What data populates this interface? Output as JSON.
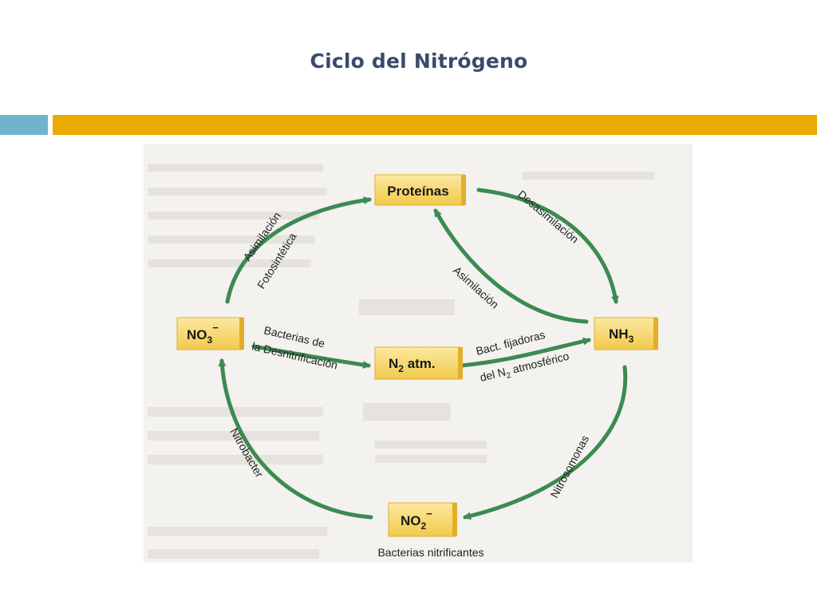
{
  "slide": {
    "title": "Ciclo del Nitrógeno"
  },
  "diagram": {
    "nodes": {
      "proteinas": "Proteínas",
      "no3_base": "NO",
      "no3_sub": "3",
      "no3_sup": "−",
      "n2_base": "N",
      "n2_sub": "2",
      "n2_rest": " atm.",
      "nh3_base": "NH",
      "nh3_sub": "3",
      "no2_base": "NO",
      "no2_sub": "2",
      "no2_sup": "−"
    },
    "labels": {
      "asimilacion_fotosintetica_1": "Asimilación",
      "asimilacion_fotosintetica_2": "Fotosintética",
      "desasimilacion": "Desasimilación",
      "asimilacion": "Asimilación",
      "denitrificacion_1": "Bacterias de",
      "denitrificacion_2": "la Desnitrificación",
      "fijadoras_1": "Bact. fijadoras",
      "fijadoras_2_a": "del N",
      "fijadoras_2_sub": "2",
      "fijadoras_2_b": " atmosférico",
      "nitrobacter": "Nitrobacter",
      "nitrosomonas": "Nitrosomonas",
      "nitrificantes": "Bacterias nitrificantes"
    },
    "colors": {
      "arrow": "#3d8a52",
      "arrow_light": "#8ec79b",
      "box": "#f6d86a",
      "box_edge": "#e4ae2a",
      "title": "#3b4a6b",
      "bar_blue": "#6fb3cc",
      "bar_gold": "#e9ab00"
    }
  }
}
